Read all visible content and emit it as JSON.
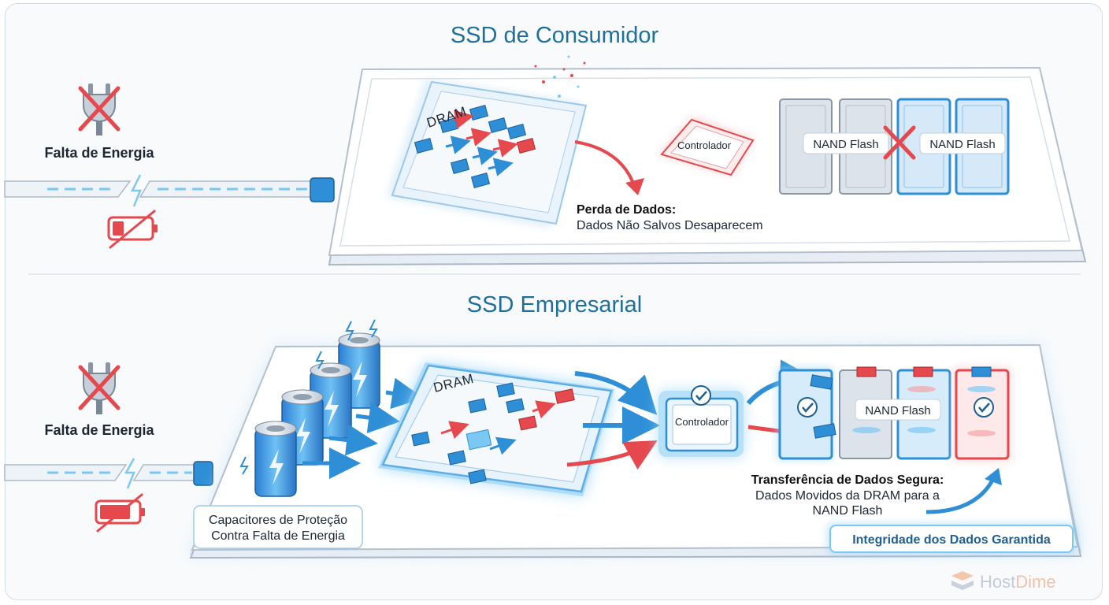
{
  "consumer": {
    "title": "SSD de Consumidor",
    "power_label": "Falta de Energia",
    "dram_label": "DRAM",
    "controller_label": "Controlador",
    "nand_left_label": "NAND Flash",
    "nand_right_label": "NAND Flash",
    "loss_title": "Perda de Dados:",
    "loss_text": "Dados Não Salvos Desaparecem"
  },
  "enterprise": {
    "title": "SSD Empresarial",
    "power_label": "Falta de Energia",
    "dram_label": "DRAM",
    "controller_label": "Controlador",
    "nand_label": "NAND Flash",
    "capacitor_line1": "Capacitores de Proteção",
    "capacitor_line2": "Contra Falta de Energia",
    "transfer_title": "Transferência de Dados Segura:",
    "transfer_line1": "Dados Movidos da DRAM para a",
    "transfer_line2": "NAND Flash",
    "integrity_badge": "Integridade dos Dados Garantida"
  },
  "logo": {
    "part1": "Host",
    "part2": "Dime"
  },
  "icons": {
    "unplugged": "unplugged-icon",
    "battery": "battery-empty-icon",
    "lightning": "lightning-icon",
    "check": "check-icon",
    "fail": "x-mark-icon"
  },
  "colors": {
    "accent_blue": "#2f8fd6",
    "title_blue": "#1f6f9c",
    "danger_red": "#e5484d",
    "glow_blue": "#7cc8f5"
  }
}
